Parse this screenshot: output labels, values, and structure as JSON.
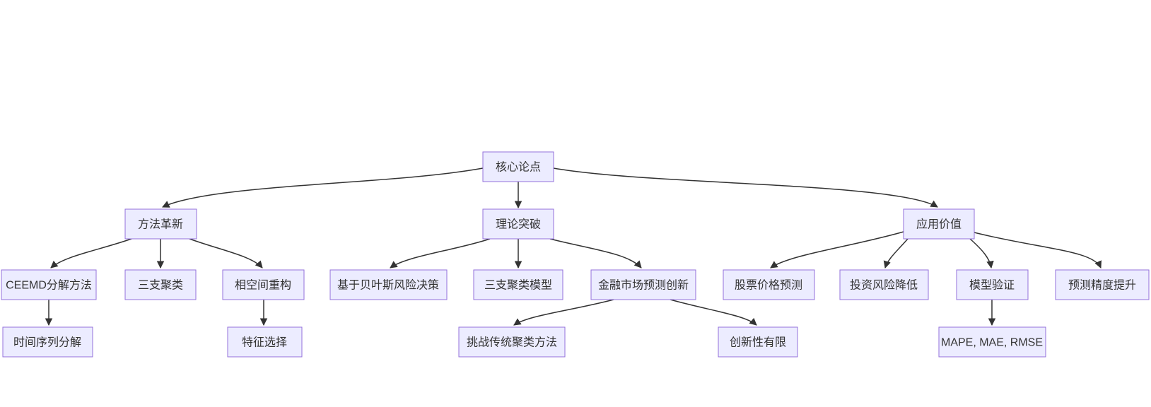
{
  "theme": {
    "background": "#ffffff",
    "node_fill": "#ECECFF",
    "node_border": "#9370DB",
    "edge_color": "#333333",
    "text_color": "#333333"
  },
  "diagram": {
    "type": "flowchart-top-down",
    "nodes": {
      "core": {
        "label": "核心论点"
      },
      "method": {
        "label": "方法革新"
      },
      "theory": {
        "label": "理论突破"
      },
      "application": {
        "label": "应用价值"
      },
      "ceemd": {
        "label": "CEEMD分解方法"
      },
      "three_way": {
        "label": "三支聚类"
      },
      "phase_space": {
        "label": "相空间重构"
      },
      "bayes": {
        "label": "基于贝叶斯风险决策"
      },
      "twc_model": {
        "label": "三支聚类模型"
      },
      "fin_innov": {
        "label": "金融市场预测创新"
      },
      "stock": {
        "label": "股票价格预测"
      },
      "risk": {
        "label": "投资风险降低"
      },
      "validation": {
        "label": "模型验证"
      },
      "accuracy": {
        "label": "预测精度提升"
      },
      "tsd": {
        "label": "时间序列分解"
      },
      "feature": {
        "label": "特征选择"
      },
      "challenge": {
        "label": "挑战传统聚类方法"
      },
      "limited": {
        "label": "创新性有限"
      },
      "metrics": {
        "label": "MAPE, MAE, RMSE"
      }
    },
    "edges": [
      {
        "from": "核心论点",
        "to": "方法革新"
      },
      {
        "from": "核心论点",
        "to": "理论突破"
      },
      {
        "from": "核心论点",
        "to": "应用价值"
      },
      {
        "from": "方法革新",
        "to": "CEEMD分解方法"
      },
      {
        "from": "方法革新",
        "to": "三支聚类"
      },
      {
        "from": "方法革新",
        "to": "相空间重构"
      },
      {
        "from": "理论突破",
        "to": "基于贝叶斯风险决策"
      },
      {
        "from": "理论突破",
        "to": "三支聚类模型"
      },
      {
        "from": "理论突破",
        "to": "金融市场预测创新"
      },
      {
        "from": "应用价值",
        "to": "股票价格预测"
      },
      {
        "from": "应用价值",
        "to": "投资风险降低"
      },
      {
        "from": "应用价值",
        "to": "模型验证"
      },
      {
        "from": "应用价值",
        "to": "预测精度提升"
      },
      {
        "from": "CEEMD分解方法",
        "to": "时间序列分解"
      },
      {
        "from": "相空间重构",
        "to": "特征选择"
      },
      {
        "from": "金融市场预测创新",
        "to": "挑战传统聚类方法"
      },
      {
        "from": "金融市场预测创新",
        "to": "创新性有限"
      },
      {
        "from": "模型验证",
        "to": "MAPE, MAE, RMSE"
      }
    ]
  }
}
